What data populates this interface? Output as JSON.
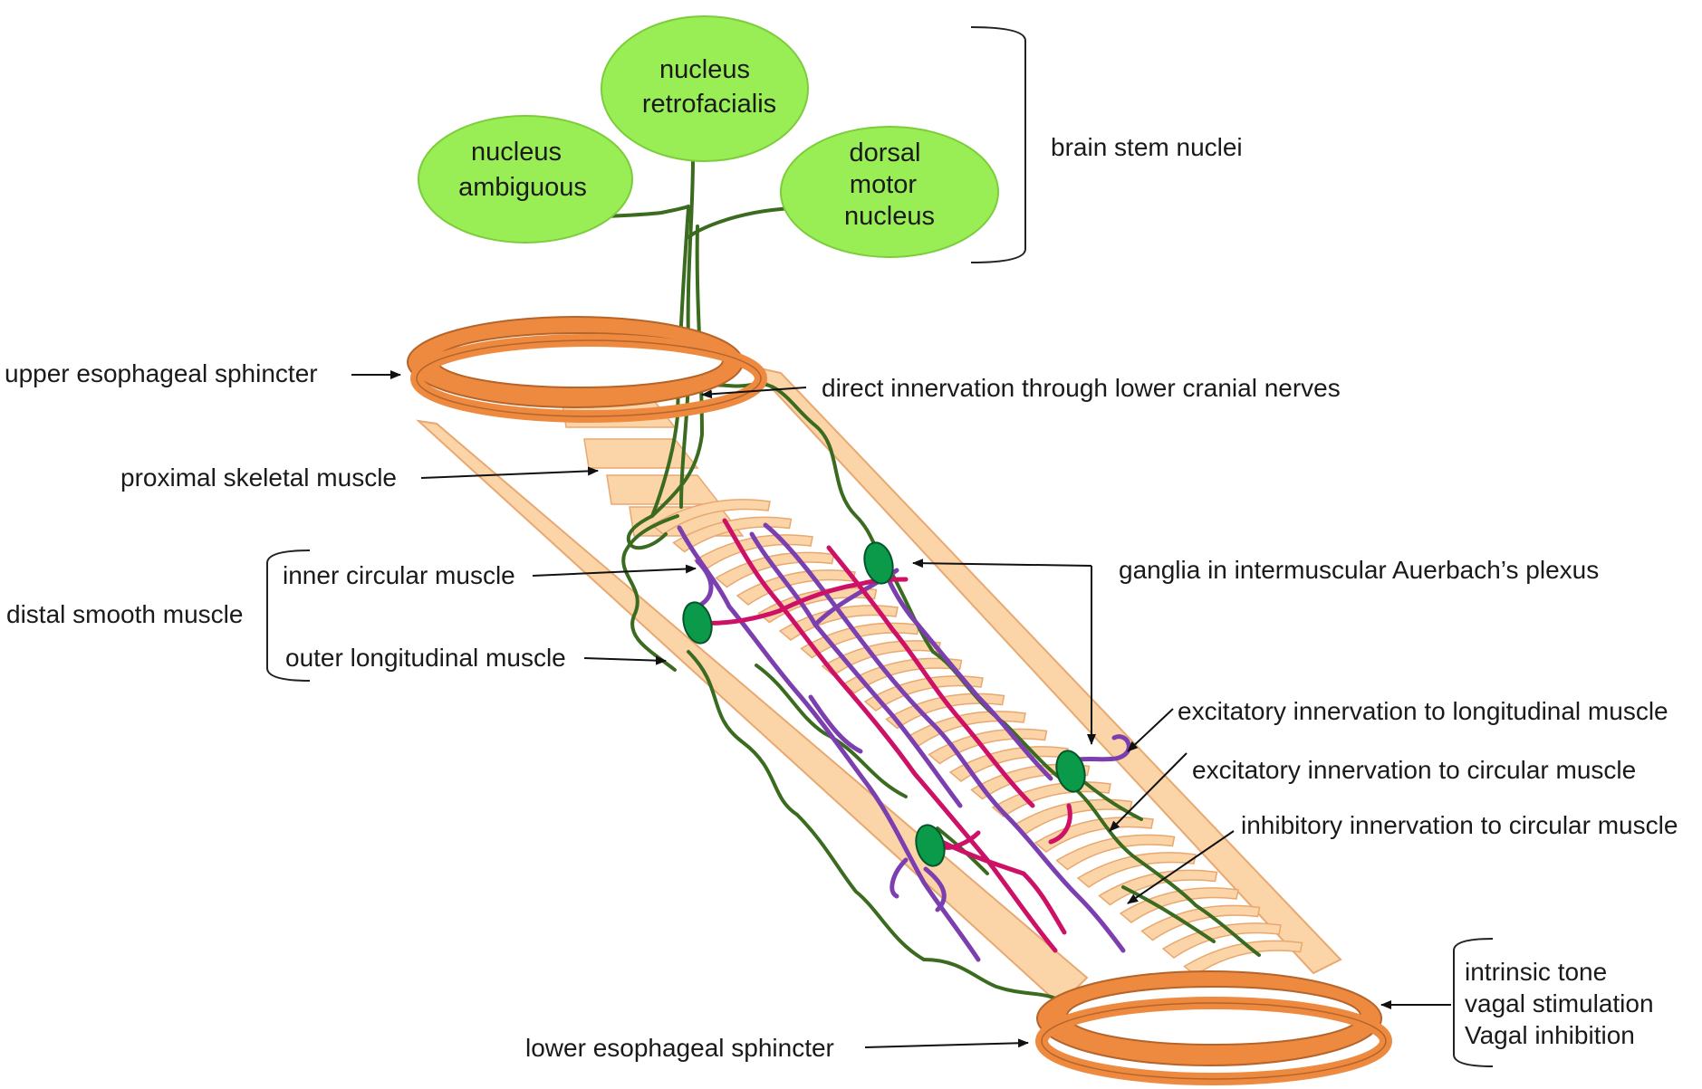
{
  "nuclei": {
    "ambiguous": [
      "nucleus",
      "ambiguous"
    ],
    "retrofacialis": [
      "nucleus",
      "retrofacialis"
    ],
    "dorsal": [
      "dorsal",
      "motor",
      "nucleus"
    ]
  },
  "labels": {
    "brain_stem_nuclei": "brain stem nuclei",
    "upper_sphincter": "upper esophageal sphincter",
    "direct_innervation": "direct innervation  through  lower  cranial  nerves",
    "proximal_skeletal": "proximal  skeletal  muscle",
    "distal_smooth": "distal smooth muscle",
    "inner_circular": "inner  circular  muscle",
    "outer_longitudinal": "outer  longitudinal  muscle",
    "ganglia": "ganglia  in intermuscular  Auerbach’s plexus",
    "excit_long": "excitatory  innervation  to  longitudinal  muscle",
    "excit_circ": "excitatory  innervation  to  circular  muscle",
    "inhib_circ": "inhibitory  innervation  to  circular  muscle",
    "lower_sphincter": "lower  esophageal  sphincter",
    "les_control": [
      "intrinsic tone",
      "vagal stimulation",
      "Vagal inhibition"
    ]
  },
  "colors": {
    "nucleus_fill": "#99ee55",
    "nerve_green": "#3a6b1f",
    "muscle_light": "#fbd4a8",
    "muscle_edge": "#e8a870",
    "sphincter": "#ee8a40",
    "ganglion": "#0a9a4a",
    "purple": "#7b3fb0",
    "magenta": "#cc1166"
  }
}
